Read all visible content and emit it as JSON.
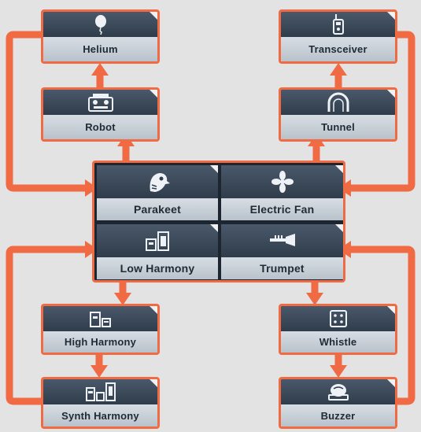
{
  "colors": {
    "arrow": "#f06a44",
    "panel_dark": "#2f3c4b",
    "label_bg": "#c6ced6"
  },
  "nodes": {
    "helium": {
      "label": "Helium",
      "icon": "balloon-icon"
    },
    "robot": {
      "label": "Robot",
      "icon": "robot-icon"
    },
    "transceiver": {
      "label": "Transceiver",
      "icon": "walkie-talkie-icon"
    },
    "tunnel": {
      "label": "Tunnel",
      "icon": "tunnel-icon"
    },
    "parakeet": {
      "label": "Parakeet",
      "icon": "parakeet-icon"
    },
    "electric_fan": {
      "label": "Electric Fan",
      "icon": "fan-icon"
    },
    "low_harmony": {
      "label": "Low Harmony",
      "icon": "low-harmony-icon"
    },
    "trumpet": {
      "label": "Trumpet",
      "icon": "trumpet-icon"
    },
    "high_harmony": {
      "label": "High Harmony",
      "icon": "high-harmony-icon"
    },
    "whistle": {
      "label": "Whistle",
      "icon": "whistle-icon"
    },
    "synth_harmony": {
      "label": "Synth Harmony",
      "icon": "synth-harmony-icon"
    },
    "buzzer": {
      "label": "Buzzer",
      "icon": "buzzer-icon"
    }
  },
  "edges": [
    [
      "robot",
      "helium"
    ],
    [
      "tunnel",
      "transceiver"
    ],
    [
      "parakeet",
      "robot"
    ],
    [
      "electric_fan",
      "tunnel"
    ],
    [
      "helium",
      "parakeet"
    ],
    [
      "transceiver",
      "electric_fan"
    ],
    [
      "low_harmony",
      "high_harmony"
    ],
    [
      "high_harmony",
      "synth_harmony"
    ],
    [
      "synth_harmony",
      "low_harmony"
    ],
    [
      "trumpet",
      "whistle"
    ],
    [
      "whistle",
      "buzzer"
    ],
    [
      "buzzer",
      "trumpet"
    ]
  ]
}
